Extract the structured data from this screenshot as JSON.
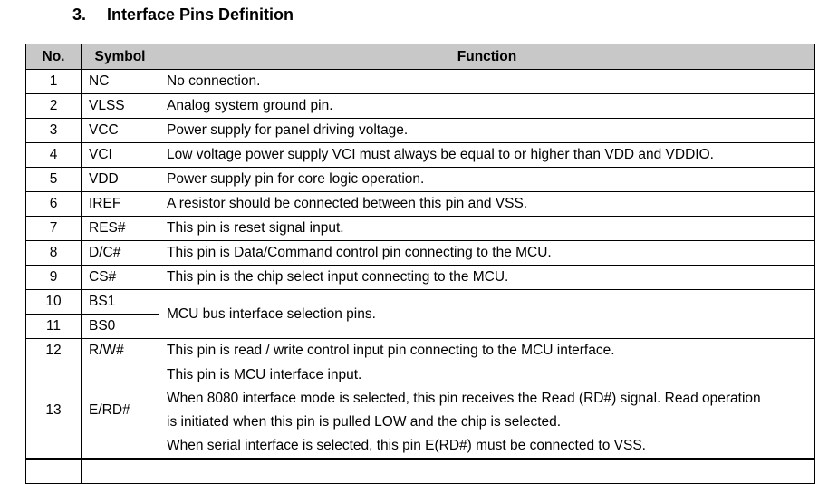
{
  "section": {
    "number": "3.",
    "title": "Interface Pins Definition"
  },
  "table": {
    "headers": {
      "no": "No.",
      "symbol": "Symbol",
      "function": "Function"
    },
    "rows": [
      {
        "no": "1",
        "symbol": "NC",
        "function": [
          "No connection."
        ]
      },
      {
        "no": "2",
        "symbol": "VLSS",
        "function": [
          "Analog system ground pin."
        ]
      },
      {
        "no": "3",
        "symbol": "VCC",
        "function": [
          "Power supply for panel driving voltage."
        ]
      },
      {
        "no": "4",
        "symbol": "VCI",
        "function": [
          "Low voltage power supply VCI must always be equal to or higher than VDD and VDDIO."
        ]
      },
      {
        "no": "5",
        "symbol": "VDD",
        "function": [
          "Power supply pin for core logic operation."
        ]
      },
      {
        "no": "6",
        "symbol": "IREF",
        "function": [
          "A resistor should be connected between this pin and VSS."
        ]
      },
      {
        "no": "7",
        "symbol": "RES#",
        "function": [
          "This pin is reset signal input."
        ]
      },
      {
        "no": "8",
        "symbol": "D/C#",
        "function": [
          "This pin is Data/Command control pin connecting to the MCU."
        ]
      },
      {
        "no": "9",
        "symbol": "CS#",
        "function": [
          "This pin is the chip select input connecting to the MCU."
        ]
      },
      {
        "no": "10",
        "symbol": "BS1",
        "function": [
          "MCU bus interface selection pins."
        ]
      },
      {
        "no": "11",
        "symbol": "BS0"
      },
      {
        "no": "12",
        "symbol": "R/W#",
        "function": [
          "This pin is read / write control input pin connecting to the MCU interface."
        ]
      },
      {
        "no": "13",
        "symbol": "E/RD#",
        "function": [
          "This pin is MCU interface input.",
          "When 8080 interface mode is selected, this pin receives the Read (RD#) signal. Read operation",
          "is initiated when this pin is pulled LOW and the chip is selected.",
          "When serial interface is selected, this pin E(RD#) must be connected to VSS."
        ]
      },
      {
        "no": "",
        "symbol": "",
        "function": [
          ""
        ]
      }
    ]
  }
}
